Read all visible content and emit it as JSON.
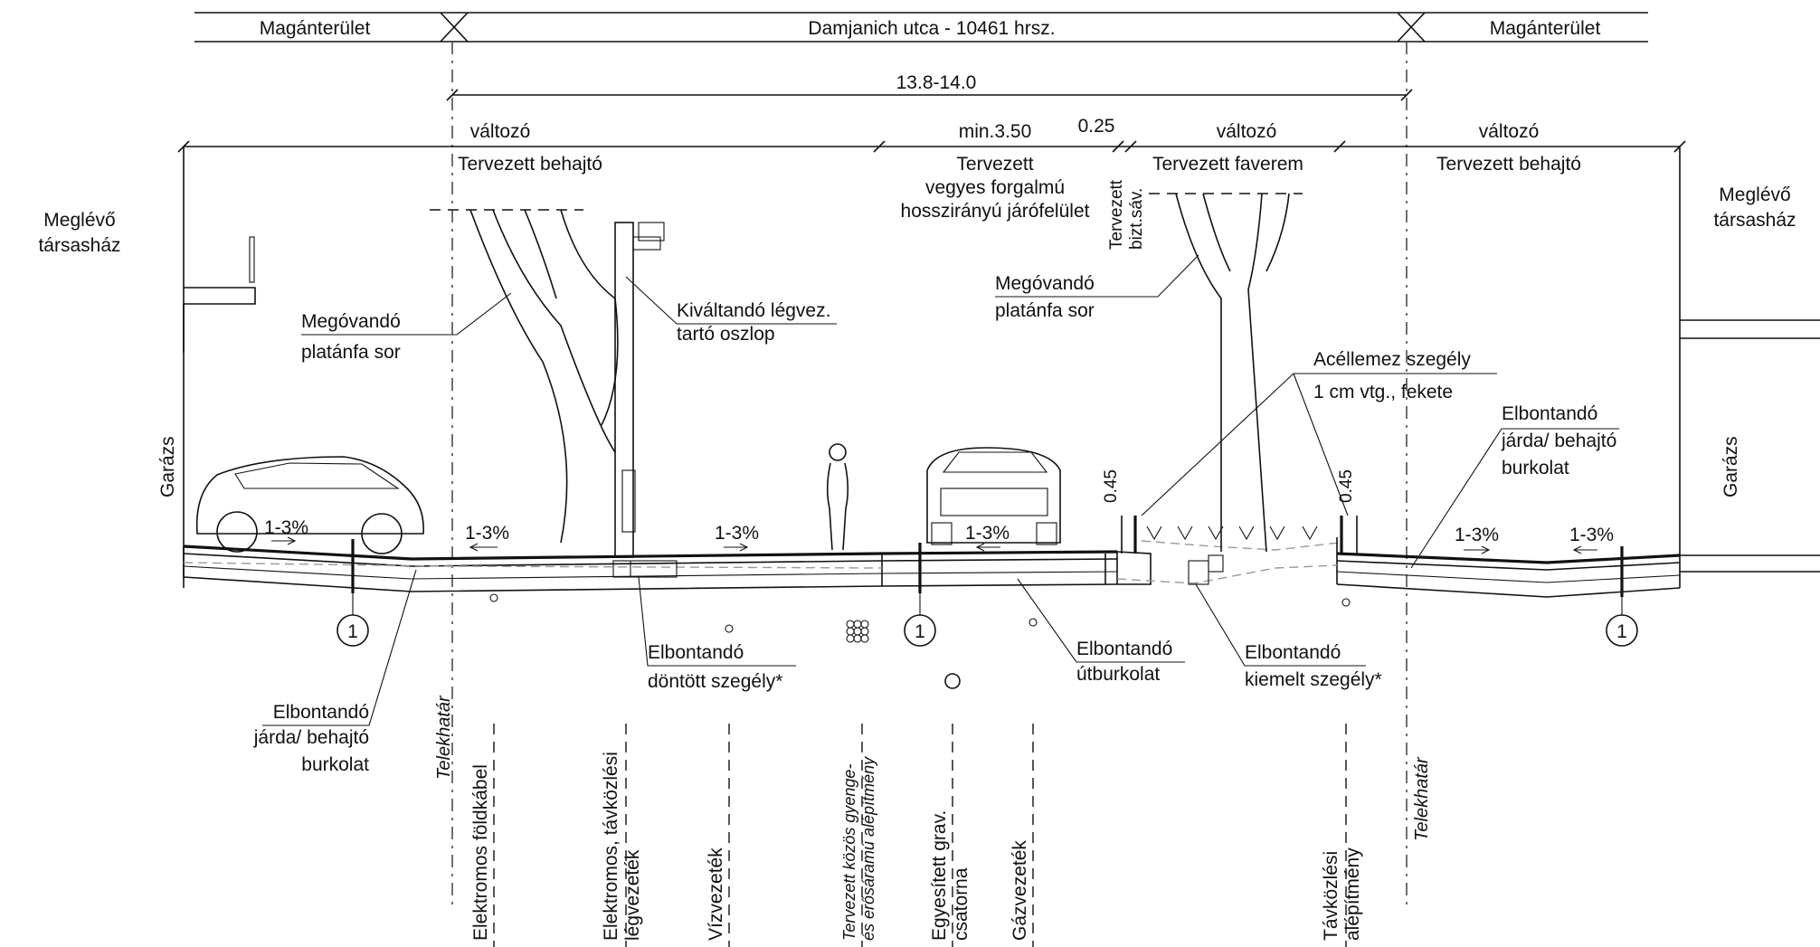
{
  "header": {
    "left": "Magánterület",
    "center": "Damjanich utca - 10461 hrsz.",
    "right": "Magánterület"
  },
  "dimensions": {
    "total": "13.8-14.0",
    "seg1": "változó",
    "seg2": "min.3.50",
    "seg3": "0.25",
    "seg4": "változó",
    "seg5": "változó",
    "curb_left": "0.45",
    "curb_right": "0.45"
  },
  "zones": {
    "z1": "Tervezett behajtó",
    "z2": [
      "Tervezett",
      "vegyes forgalmú",
      "hosszirányú járófelület"
    ],
    "z3": [
      "Tervezett",
      "bizt.sáv."
    ],
    "z4": "Tervezett faverem",
    "z5": "Tervezett behajtó"
  },
  "buildings": {
    "left": [
      "Meglévő",
      "társasház"
    ],
    "right": [
      "Meglévő",
      "társasház"
    ],
    "garage_left": "Garázs",
    "garage_right": "Garázs"
  },
  "labels": {
    "tree_left": [
      "Megóvandó",
      "platánfa sor"
    ],
    "pole": [
      "Kiváltandó légvez.",
      "tartó oszlop"
    ],
    "tree_right": [
      "Megóvandó",
      "platánfa sor"
    ],
    "steel_edge": [
      "Acéllemez szegély",
      "1 cm vtg., fekete"
    ],
    "demolish_right": [
      "Elbontandó",
      "járda/ behajtó",
      "burkolat"
    ],
    "demolish_left": [
      "Elbontandó",
      "járda/ behajtó",
      "burkolat"
    ],
    "curb_tilted": [
      "Elbontandó",
      "döntött szegély*"
    ],
    "road_surface": [
      "Elbontandó",
      "útburkolat"
    ],
    "curb_raised": [
      "Elbontandó",
      "kiemelt szegély*"
    ],
    "slope": "1-3%",
    "marker": "1"
  },
  "utilities": {
    "telek_left": "Telekhatár",
    "telek_right": "Telekhatár",
    "u1": "Elektromos földkábel",
    "u2": [
      "Elektromos, távközlési",
      "légvezeték"
    ],
    "u3": "Vízvezeték",
    "u4": [
      "Tervezett közös gyenge-",
      "és erősáramú alépítmény"
    ],
    "u5": [
      "Egyesített grav.",
      "csatorna"
    ],
    "u6": "Gázvezeték",
    "u7": [
      "Távközlési",
      "alépítmény"
    ]
  }
}
